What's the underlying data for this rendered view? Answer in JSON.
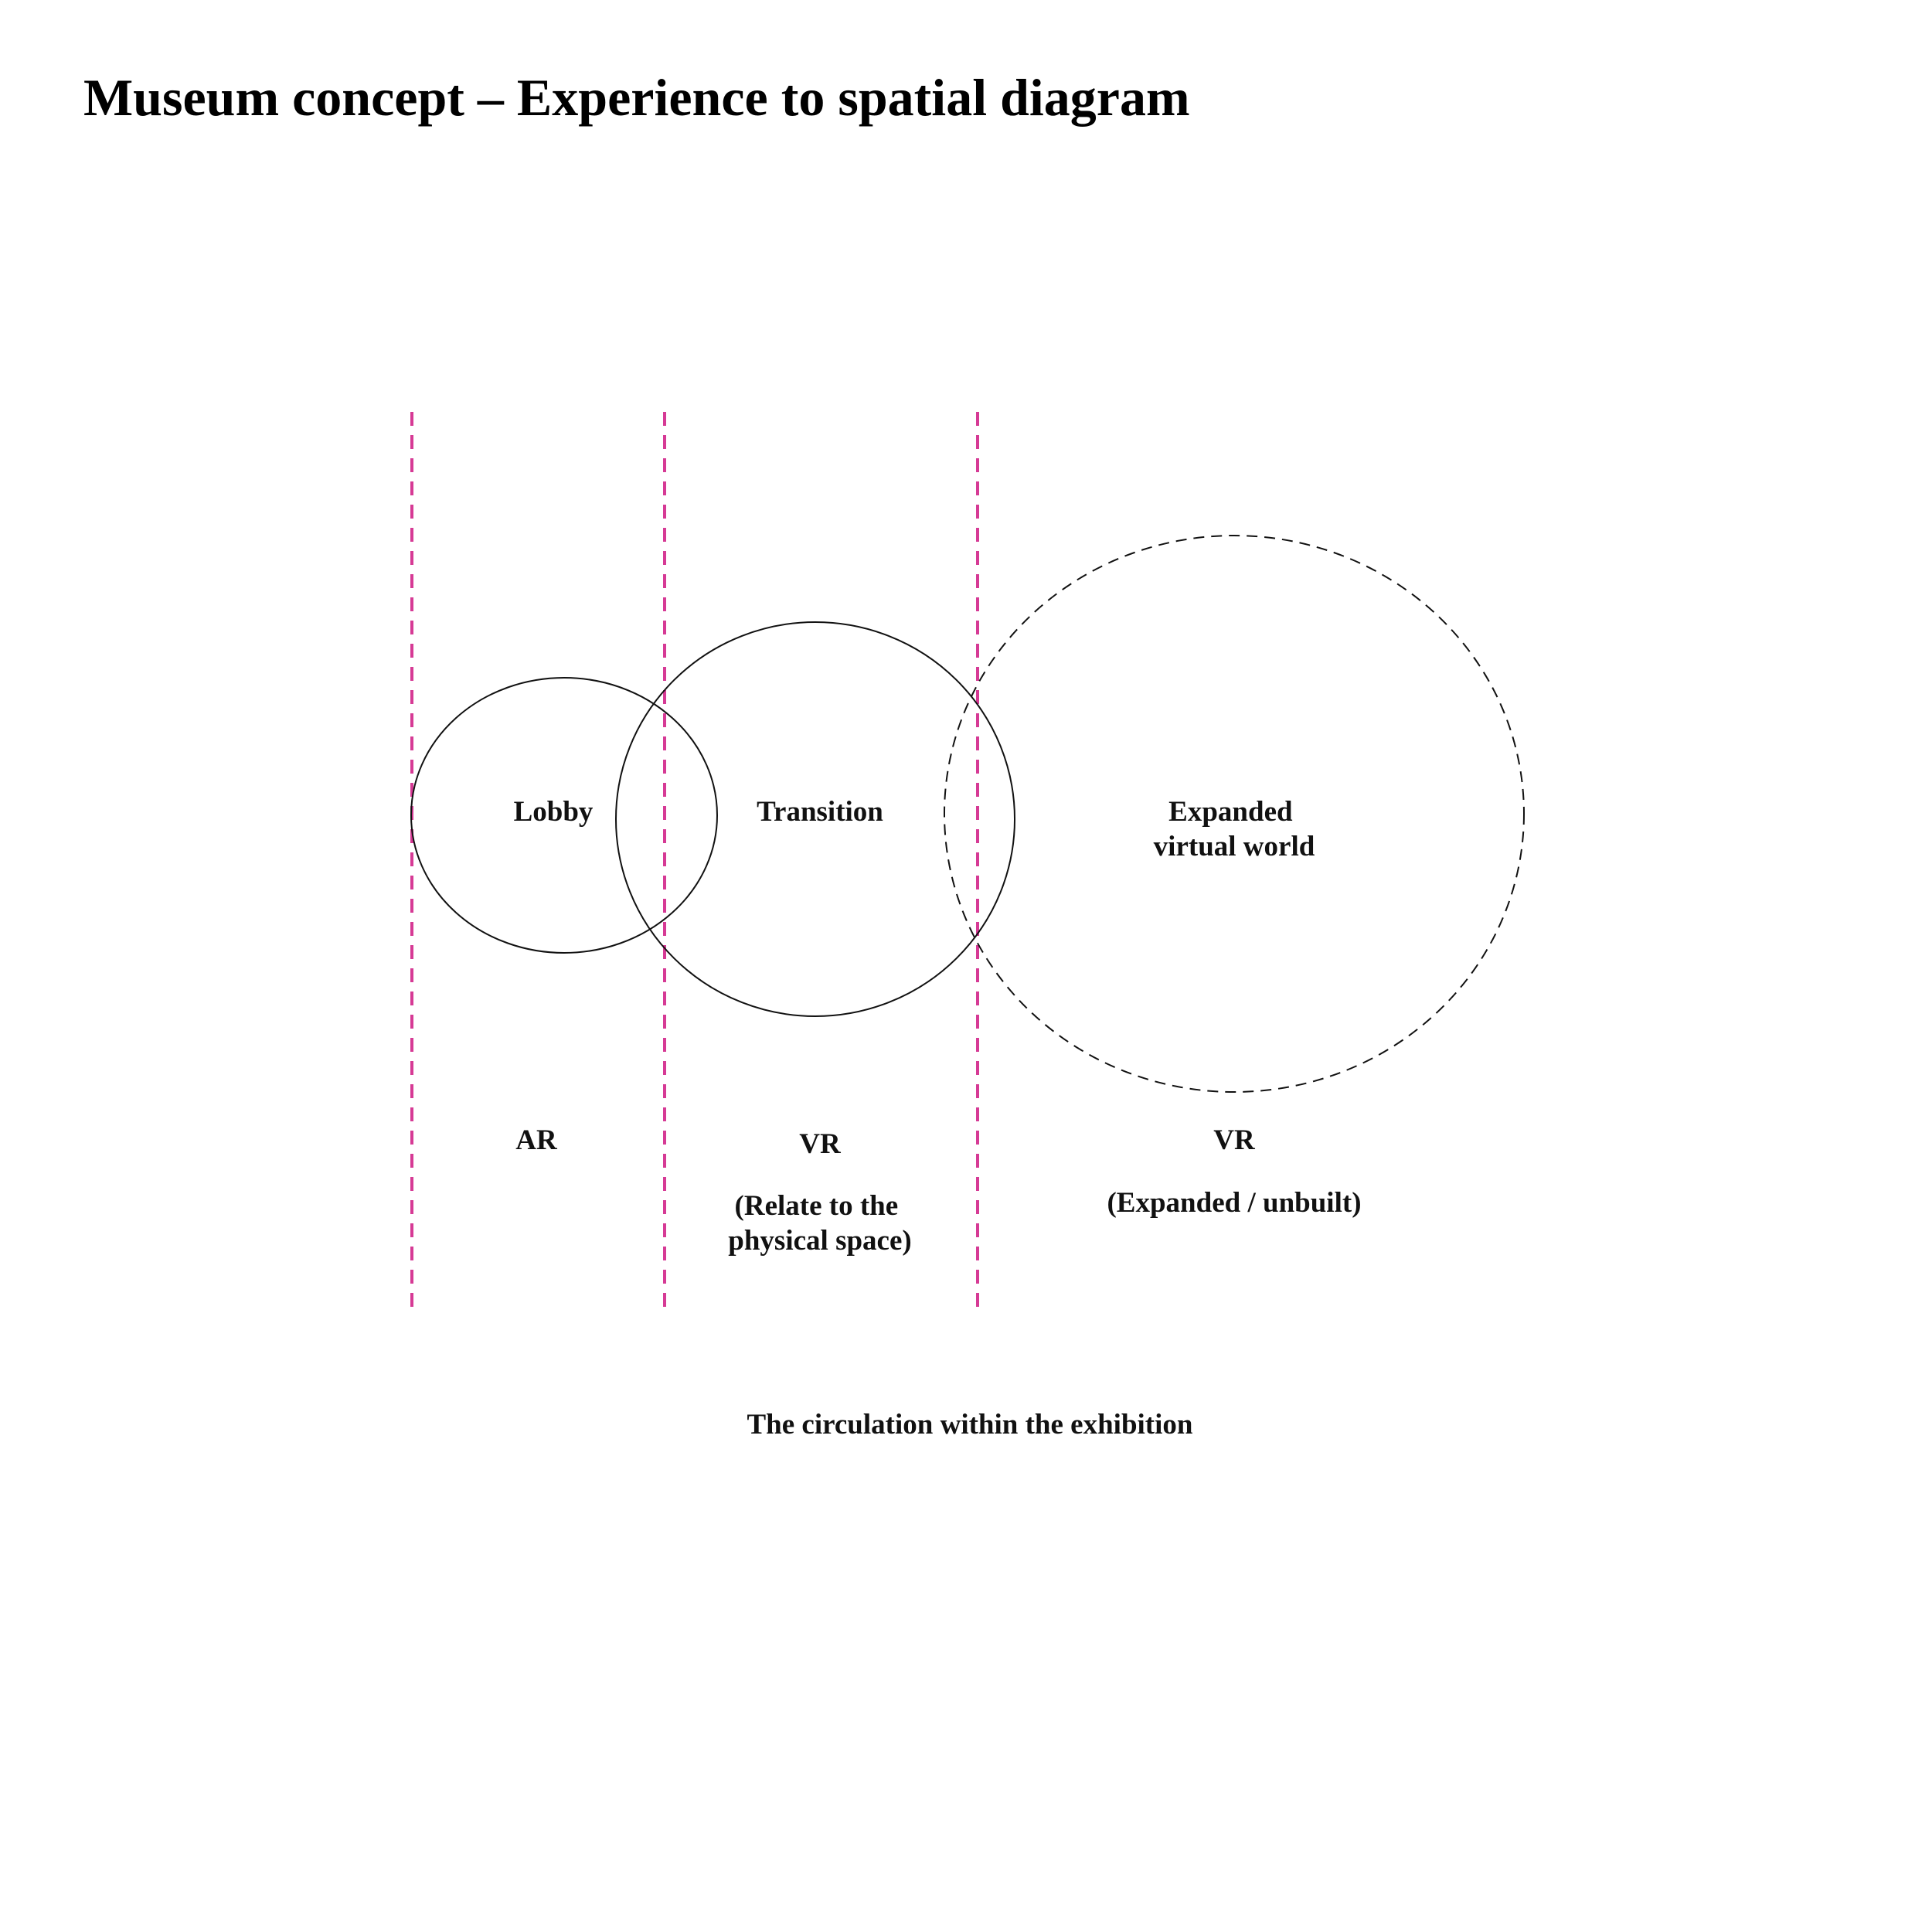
{
  "title": "Museum concept – Experience to spatial diagram",
  "colors": {
    "divider": "#d63a95",
    "stroke": "#111111",
    "text": "#111111",
    "background": "#ffffff"
  },
  "zones": [
    {
      "name": "Lobby"
    },
    {
      "name": "Transition"
    },
    {
      "name_lines": [
        "Expanded",
        "virtual world"
      ],
      "style": "dashed"
    }
  ],
  "experiences": [
    {
      "label": "AR"
    },
    {
      "label": "VR",
      "note_lines": [
        "(Relate to the",
        "physical space)"
      ]
    },
    {
      "label": "VR",
      "note": "(Expanded / unbuilt)"
    }
  ],
  "caption": "The circulation within the exhibition"
}
